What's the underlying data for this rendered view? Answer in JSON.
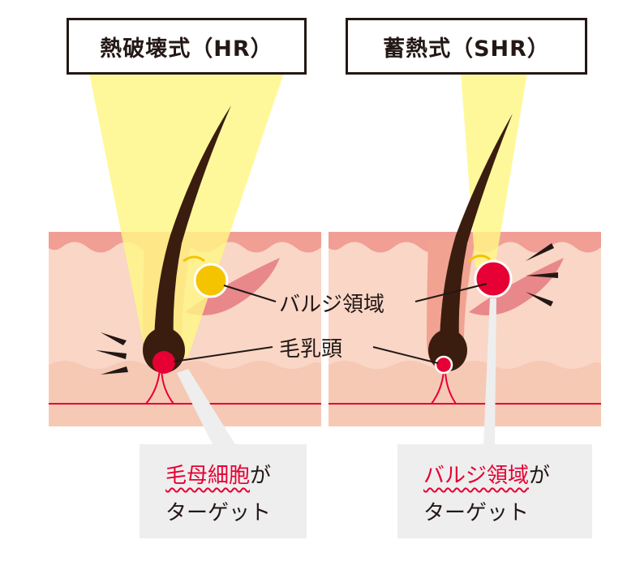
{
  "titles": {
    "left": "熱破壊式（HR）",
    "right": "蓄熱式（SHR）"
  },
  "labels": {
    "bulge": "バルジ領域",
    "papilla": "毛乳頭"
  },
  "callouts": {
    "left": {
      "highlight": "毛母細胞",
      "suffix": "が",
      "line2": "ターゲット"
    },
    "right": {
      "highlight": "バルジ領域",
      "suffix": "が",
      "line2": "ターゲット"
    }
  },
  "colors": {
    "skin_top": "#f19e94",
    "skin_light": "#f9d6c6",
    "skin_mid": "#f6c9b5",
    "light_beam": "#fff685",
    "hair": "#3a1d0f",
    "target_red": "#e60033",
    "bulge_yellow": "#f5c400",
    "muscle": "#e8888a"
  }
}
